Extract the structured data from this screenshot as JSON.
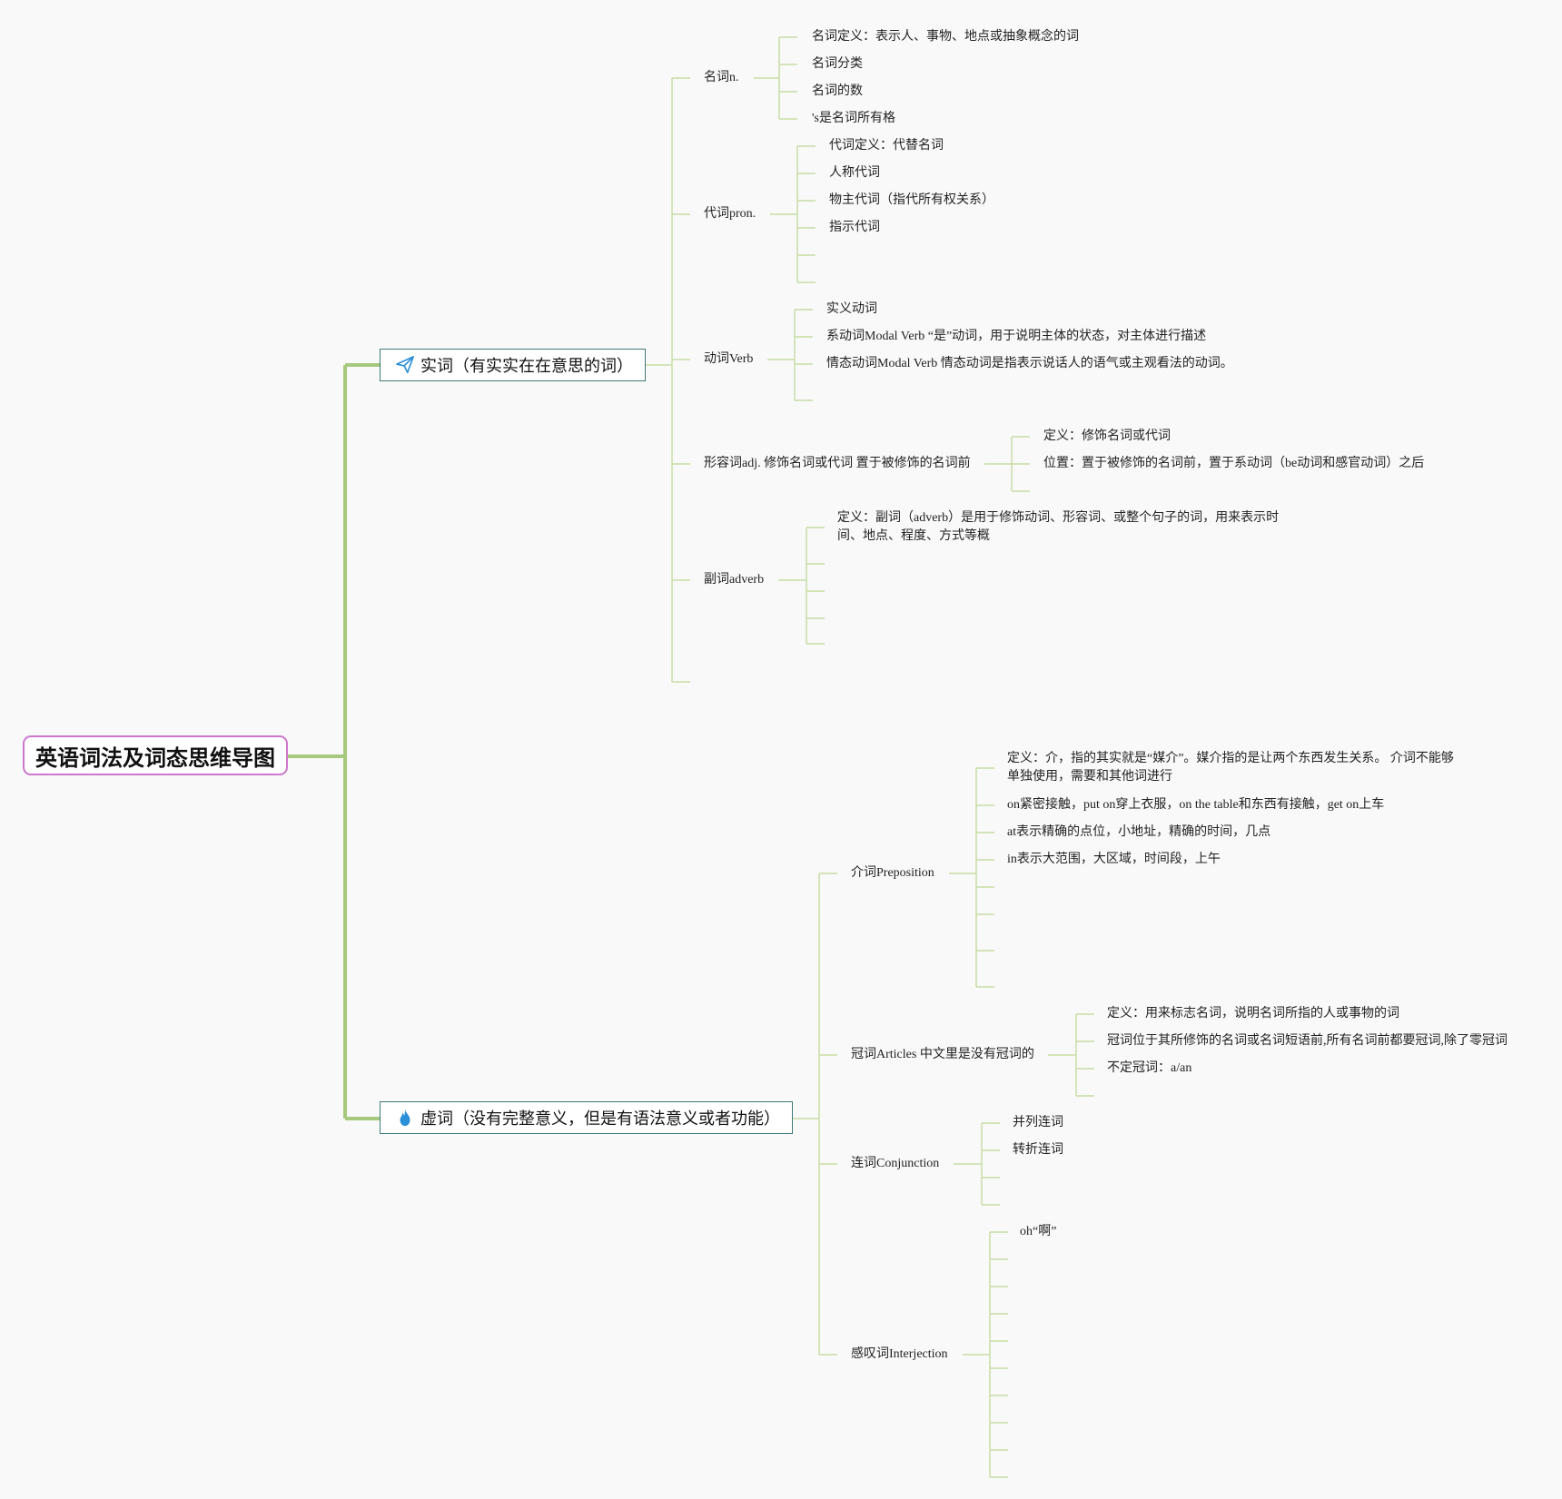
{
  "root": {
    "label": "英语词法及词态思维导图"
  },
  "branch1": {
    "label": "实词（有实实在在意思的词）",
    "icon": "paper-plane-icon",
    "categories": [
      {
        "label": "名词n.",
        "items": [
          "名词定义：表示人、事物、地点或抽象概念的词",
          "名词分类",
          "名词的数",
          "'s是名词所有格"
        ]
      },
      {
        "label": "代词pron.",
        "items": [
          "代词定义：代替名词",
          "人称代词",
          "物主代词（指代所有权关系）",
          "指示代词",
          "",
          ""
        ]
      },
      {
        "label": "动词Verb",
        "items": [
          "实义动词",
          "系动词Modal Verb “是”动词，用于说明主体的状态，对主体进行描述",
          "情态动词Modal Verb 情态动词是指表示说话人的语气或主观看法的动词。",
          ""
        ]
      },
      {
        "label": "形容词adj. 修饰名词或代词 置于被修饰的名词前",
        "items": [
          "定义：修饰名词或代词",
          "位置：置于被修饰的名词前，置于系动词（be动词和感官动词）之后",
          ""
        ]
      },
      {
        "label": "副词adverb",
        "items": [
          "定义：副词（adverb）是用于修饰动词、形容词、或整个句子的词，用来表示时间、地点、程度、方式等概",
          "",
          "",
          "",
          ""
        ]
      },
      {
        "label": "",
        "items": []
      }
    ]
  },
  "branch2": {
    "label": "虚词（没有完整意义，但是有语法意义或者功能）",
    "icon": "flame-icon",
    "categories": [
      {
        "label": "介词Preposition",
        "items": [
          "定义：介，指的其实就是“媒介”。媒介指的是让两个东西发生关系。 介词不能够单独使用，需要和其他词进行",
          "on紧密接触，put on穿上衣服，on the table和东西有接触，get on上车",
          "at表示精确的点位，小地址，精确的时间，几点",
          "in表示大范围，大区域，时间段，上午",
          "",
          "",
          "",
          "",
          ""
        ]
      },
      {
        "label": "冠词Articles 中文里是没有冠词的",
        "items": [
          "定义：用来标志名词，说明名词所指的人或事物的词",
          "冠词位于其所修饰的名词或名词短语前,所有名词前都要冠词,除了零冠词",
          "不定冠词：a/an",
          ""
        ]
      },
      {
        "label": "连词Conjunction",
        "items": [
          "并列连词",
          "转折连词",
          "",
          ""
        ]
      },
      {
        "label": "感叹词Interjection",
        "items": [
          "oh“啊”",
          "",
          "",
          "",
          "",
          "",
          "",
          "",
          "",
          ""
        ]
      }
    ]
  },
  "colors": {
    "thick_line": "#a6c97e",
    "thin_line": "#c7dda6",
    "root_border": "#cc77cc",
    "branch_border": "#3d7a7a",
    "icon": "#2b8fd6"
  }
}
